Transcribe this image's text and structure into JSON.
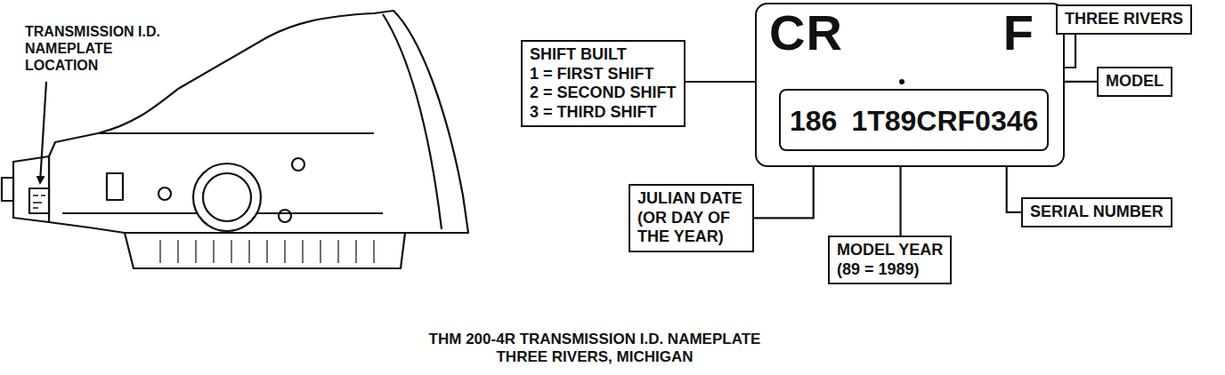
{
  "diagram": {
    "caption": "THM 200-4R TRANSMISSION I.D. NAMEPLATE THREE RIVERS, MICHIGAN",
    "nodes": [
      {
        "text": [
          "CR",
          "F"
        ]
      },
      {
        "text": [
          "186",
          "1T89CRF0346"
        ],
        "in": 0
      },
      {
        "text": [
          "SHIFT BUILT",
          "1 = FIRST SHIFT",
          "2 = SECOND SHIFT",
          "3 = THIRD SHIFT"
        ]
      },
      {
        "text": [
          "THREE RIVERS"
        ]
      },
      {
        "text": [
          "MODEL"
        ]
      },
      {
        "text": [
          "JULIAN DATE (OR DAY OF THE YEAR)"
        ]
      },
      {
        "text": [
          "MODEL YEAR",
          "(89 = 1989)"
        ]
      },
      {
        "text": [
          "SERIAL NUMBER"
        ]
      }
    ],
    "edges": [
      {
        "from": 2,
        "to": 1,
        "arrow": "none"
      },
      {
        "from": 3,
        "to": 1,
        "arrow": "none"
      },
      {
        "from": 4,
        "to": 1,
        "arrow": "none"
      },
      {
        "from": 5,
        "to": 1,
        "arrow": "none"
      },
      {
        "from": 6,
        "to": 1,
        "arrow": "none"
      },
      {
        "from": 7,
        "to": 1,
        "arrow": "none"
      }
    ],
    "labels": [
      "TRANSMISSION I.D. NAMEPLATE LOCATION"
    ]
  }
}
